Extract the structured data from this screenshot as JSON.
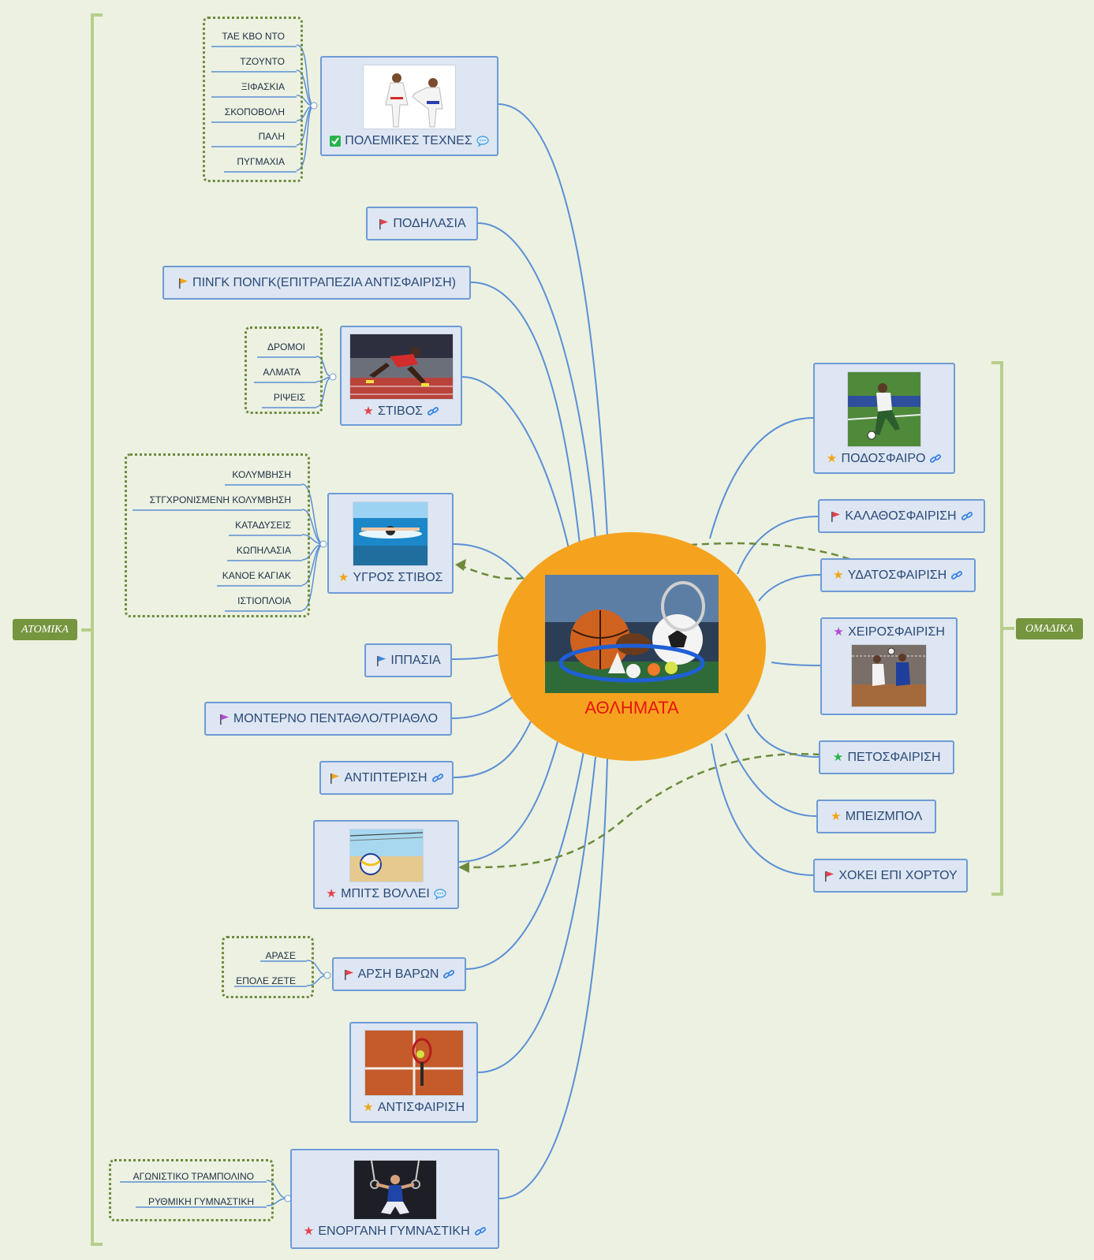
{
  "center": {
    "title": "ΑΘΛΗΜΑΤΑ"
  },
  "boundaries": {
    "left_label": "ΑΤΟΜΙΚΑ",
    "right_label": "ΟΜΑΔΙΚΑ"
  },
  "colors": {
    "red": "#e5404a",
    "orange": "#f2a515",
    "blue": "#3d86e6",
    "purple": "#b24bd8",
    "green": "#29b34c",
    "boundary": "#b7cf8b",
    "line": "#5b8fd6",
    "relation": "#6d8a3c"
  },
  "left_topics": [
    {
      "label": "ΠΟΛΕΜΙΚΕΣ ΤΕΧΝΕΣ",
      "marker": "task-icon",
      "extra": "comment-icon",
      "image": "martial-arts",
      "subtopics": [
        "ΤΑΕ ΚΒΟ ΝΤΟ",
        "ΤΖΟΥΝΤΟ",
        "ΞΙΦΑΣΚΙΑ",
        "ΣΚΟΠΟΒΟΛΗ",
        "ΠΑΛΗ",
        "ΠΥΓΜΑΧΙΑ"
      ]
    },
    {
      "label": "ΠΟΔΗΛΑΣΙΑ",
      "marker": "flag-red"
    },
    {
      "label": "ΠΙΝΓΚ ΠΟΝΓΚ(ΕΠΙΤΡΑΠΕΖΙΑ ΑΝΤΙΣΦΑΙΡΙΣΗ)",
      "marker": "flag-orange"
    },
    {
      "label": "ΣΤΙΒΟΣ",
      "marker": "star-red",
      "extra": "link-icon",
      "image": "track",
      "subtopics": [
        "ΔΡΟΜΟΙ",
        "ΑΛΜΑΤΑ",
        "ΡΙΨΕΙΣ"
      ]
    },
    {
      "label": "ΥΓΡΟΣ ΣΤΙΒΟΣ",
      "marker": "star-orange",
      "image": "swimming",
      "subtopics": [
        "ΚΟΛΥΜΒΗΣΗ",
        "ΣΤΓΧΡΟΝΙΣΜΕΝΗ ΚΟΛΥΜΒΗΣΗ",
        "ΚΑΤΑΔΥΣΕΙΣ",
        "ΚΩΠΗΛΑΣΙΑ",
        "ΚΑΝΟΕ ΚΑΓΙΑΚ",
        "ΙΣΤΙΟΠΛΟΙΑ"
      ]
    },
    {
      "label": "ΙΠΠΑΣΙΑ",
      "marker": "flag-blue"
    },
    {
      "label": "ΜΟΝΤΕΡΝΟ ΠΕΝΤΑΘΛΟ/ΤΡΙΑΘΛΟ",
      "marker": "flag-purple"
    },
    {
      "label": "ΑΝΤΙΠΤΕΡΙΣΗ",
      "marker": "flag-orange",
      "extra": "link-icon"
    },
    {
      "label": "ΜΠΙΤΣ ΒΟΛΛΕΙ",
      "marker": "star-red",
      "extra": "comment-icon",
      "image": "beach-volley"
    },
    {
      "label": "ΑΡΣΗ ΒΑΡΩΝ",
      "marker": "flag-red",
      "extra": "link-icon",
      "subtopics": [
        "ΑΡΑΣΕ",
        "ΕΠΟΛΕ ΖΕΤΕ"
      ]
    },
    {
      "label": "ΑΝΤΙΣΦΑΙΡΙΣΗ",
      "marker": "star-orange",
      "image": "tennis"
    },
    {
      "label": "ΕΝΟΡΓΑΝΗ ΓΥΜΝΑΣΤΙΚΗ",
      "marker": "star-red",
      "extra": "link-icon",
      "image": "gymnastics",
      "subtopics": [
        "ΑΓΩΝΙΣΤΙΚΟ ΤΡΑΜΠΟΛΙΝΟ",
        "ΡΥΘΜΙΚΗ ΓΥΜΝΑΣΤΙΚΗ"
      ]
    }
  ],
  "right_topics": [
    {
      "label": "ΠΟΔΟΣΦΑΙΡΟ",
      "marker": "star-orange",
      "extra": "link-icon",
      "image": "football"
    },
    {
      "label": "ΚΑΛΑΘΟΣΦΑΙΡΙΣΗ",
      "marker": "flag-red",
      "extra": "link-icon"
    },
    {
      "label": "ΥΔΑΤΟΣΦΑΙΡΙΣΗ",
      "marker": "star-orange",
      "extra": "link-icon"
    },
    {
      "label": "ΧΕΙΡΟΣΦΑΙΡΙΣΗ",
      "marker": "star-purple",
      "image": "handball"
    },
    {
      "label": "ΠΕΤΟΣΦΑΙΡΙΣΗ",
      "marker": "star-green"
    },
    {
      "label": "ΜΠΕΙΖΜΠΟΛ",
      "marker": "star-orange"
    },
    {
      "label": "ΧΟΚΕΙ ΕΠΙ ΧΟΡΤΟΥ",
      "marker": "flag-red"
    }
  ]
}
